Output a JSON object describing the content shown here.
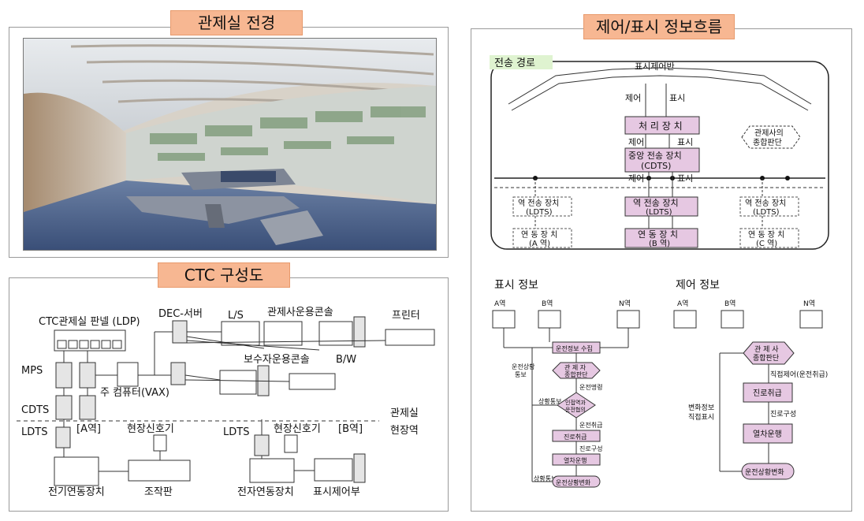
{
  "titles": {
    "control_room": "관제실 전경",
    "info_flow": "제어/표시 정보흐름",
    "ctc": "CTC 구성도"
  },
  "ctc": {
    "ldp": "CTC관제실 판넬 (LDP)",
    "dec": "DEC-서버",
    "ls": "L/S",
    "console": "관제사운용콘솔",
    "printer": "프린터",
    "mps": "MPS",
    "main_computer": "주 컴퓨터(VAX)",
    "maint_console": "보수자운용콘솔",
    "bw": "B/W",
    "cdts": "CDTS",
    "ctrl_room": "관제실",
    "field_station": "현장역",
    "ldts_a": "LDTS",
    "a_station": "[A역]",
    "signal_a": "현장신호기",
    "ldts_b": "LDTS",
    "signal_b": "현장신호기",
    "b_station": "[B역]",
    "elec_interlock": "전기연동장치",
    "control_panel": "조작판",
    "electronic_interlock": "전자연동장치",
    "display_ctrl": "표시제어부"
  },
  "flow": {
    "route_label": "전송 경로",
    "display_ctrl_panel": "표시제어반",
    "control": "제어",
    "display": "표시",
    "processor": "처 리 장 치",
    "central_tx_1": "중앙 전송 장치",
    "central_tx_2": "(CDTS)",
    "judge_1": "관제사의",
    "judge_2": "종합판단",
    "st_tx_1": "역 전송 장치",
    "st_tx_2": "(LDTS)",
    "st_tx_b1": "역 전송 장치",
    "st_tx_b2": "(LDTS)",
    "st_tx_c1": "역 전송 장치",
    "st_tx_c2": "(LDTS)",
    "il_a1": "연 동 장 치",
    "il_a2": "(A 역)",
    "il_b1": "연 동 장 치",
    "il_b2": "(B 역)",
    "il_c1": "연 동 장 치",
    "il_c2": "(C 역)"
  },
  "display_info": {
    "label": "표시 정보",
    "station_a": "A역",
    "station_b": "B역",
    "station_n": "N역",
    "collect": "운전정보 수집",
    "judge_1": "관 제 자",
    "judge_2": "종합판단",
    "side_1": "운전상황",
    "side_2": "통보",
    "order": "운전명령",
    "status_notice": "상황통보",
    "diamond_1": "인접역과",
    "diamond_2": "운전협의",
    "handle": "운전취급",
    "route_handle": "진로취급",
    "route_config": "진로구성",
    "train_op": "열차운행",
    "status_notice2": "상황통보",
    "status_change": "운전상황변화"
  },
  "control_info": {
    "label": "제어 정보",
    "station_a": "A역",
    "station_b": "B역",
    "station_n": "N역",
    "judge_1": "관 제 사",
    "judge_2": "종합판단",
    "direct_ctrl": "직접제어(운전취급)",
    "route_handle": "진로취급",
    "route_config": "진로구성",
    "train_op": "열차운행",
    "side_1": "변화정보",
    "side_2": "직접표시",
    "status_change": "운전상황변화"
  },
  "colors": {
    "title_bg": "#f7b792",
    "box_pink": "#e6c8e2",
    "route_label_bg": "#dff3d0"
  }
}
